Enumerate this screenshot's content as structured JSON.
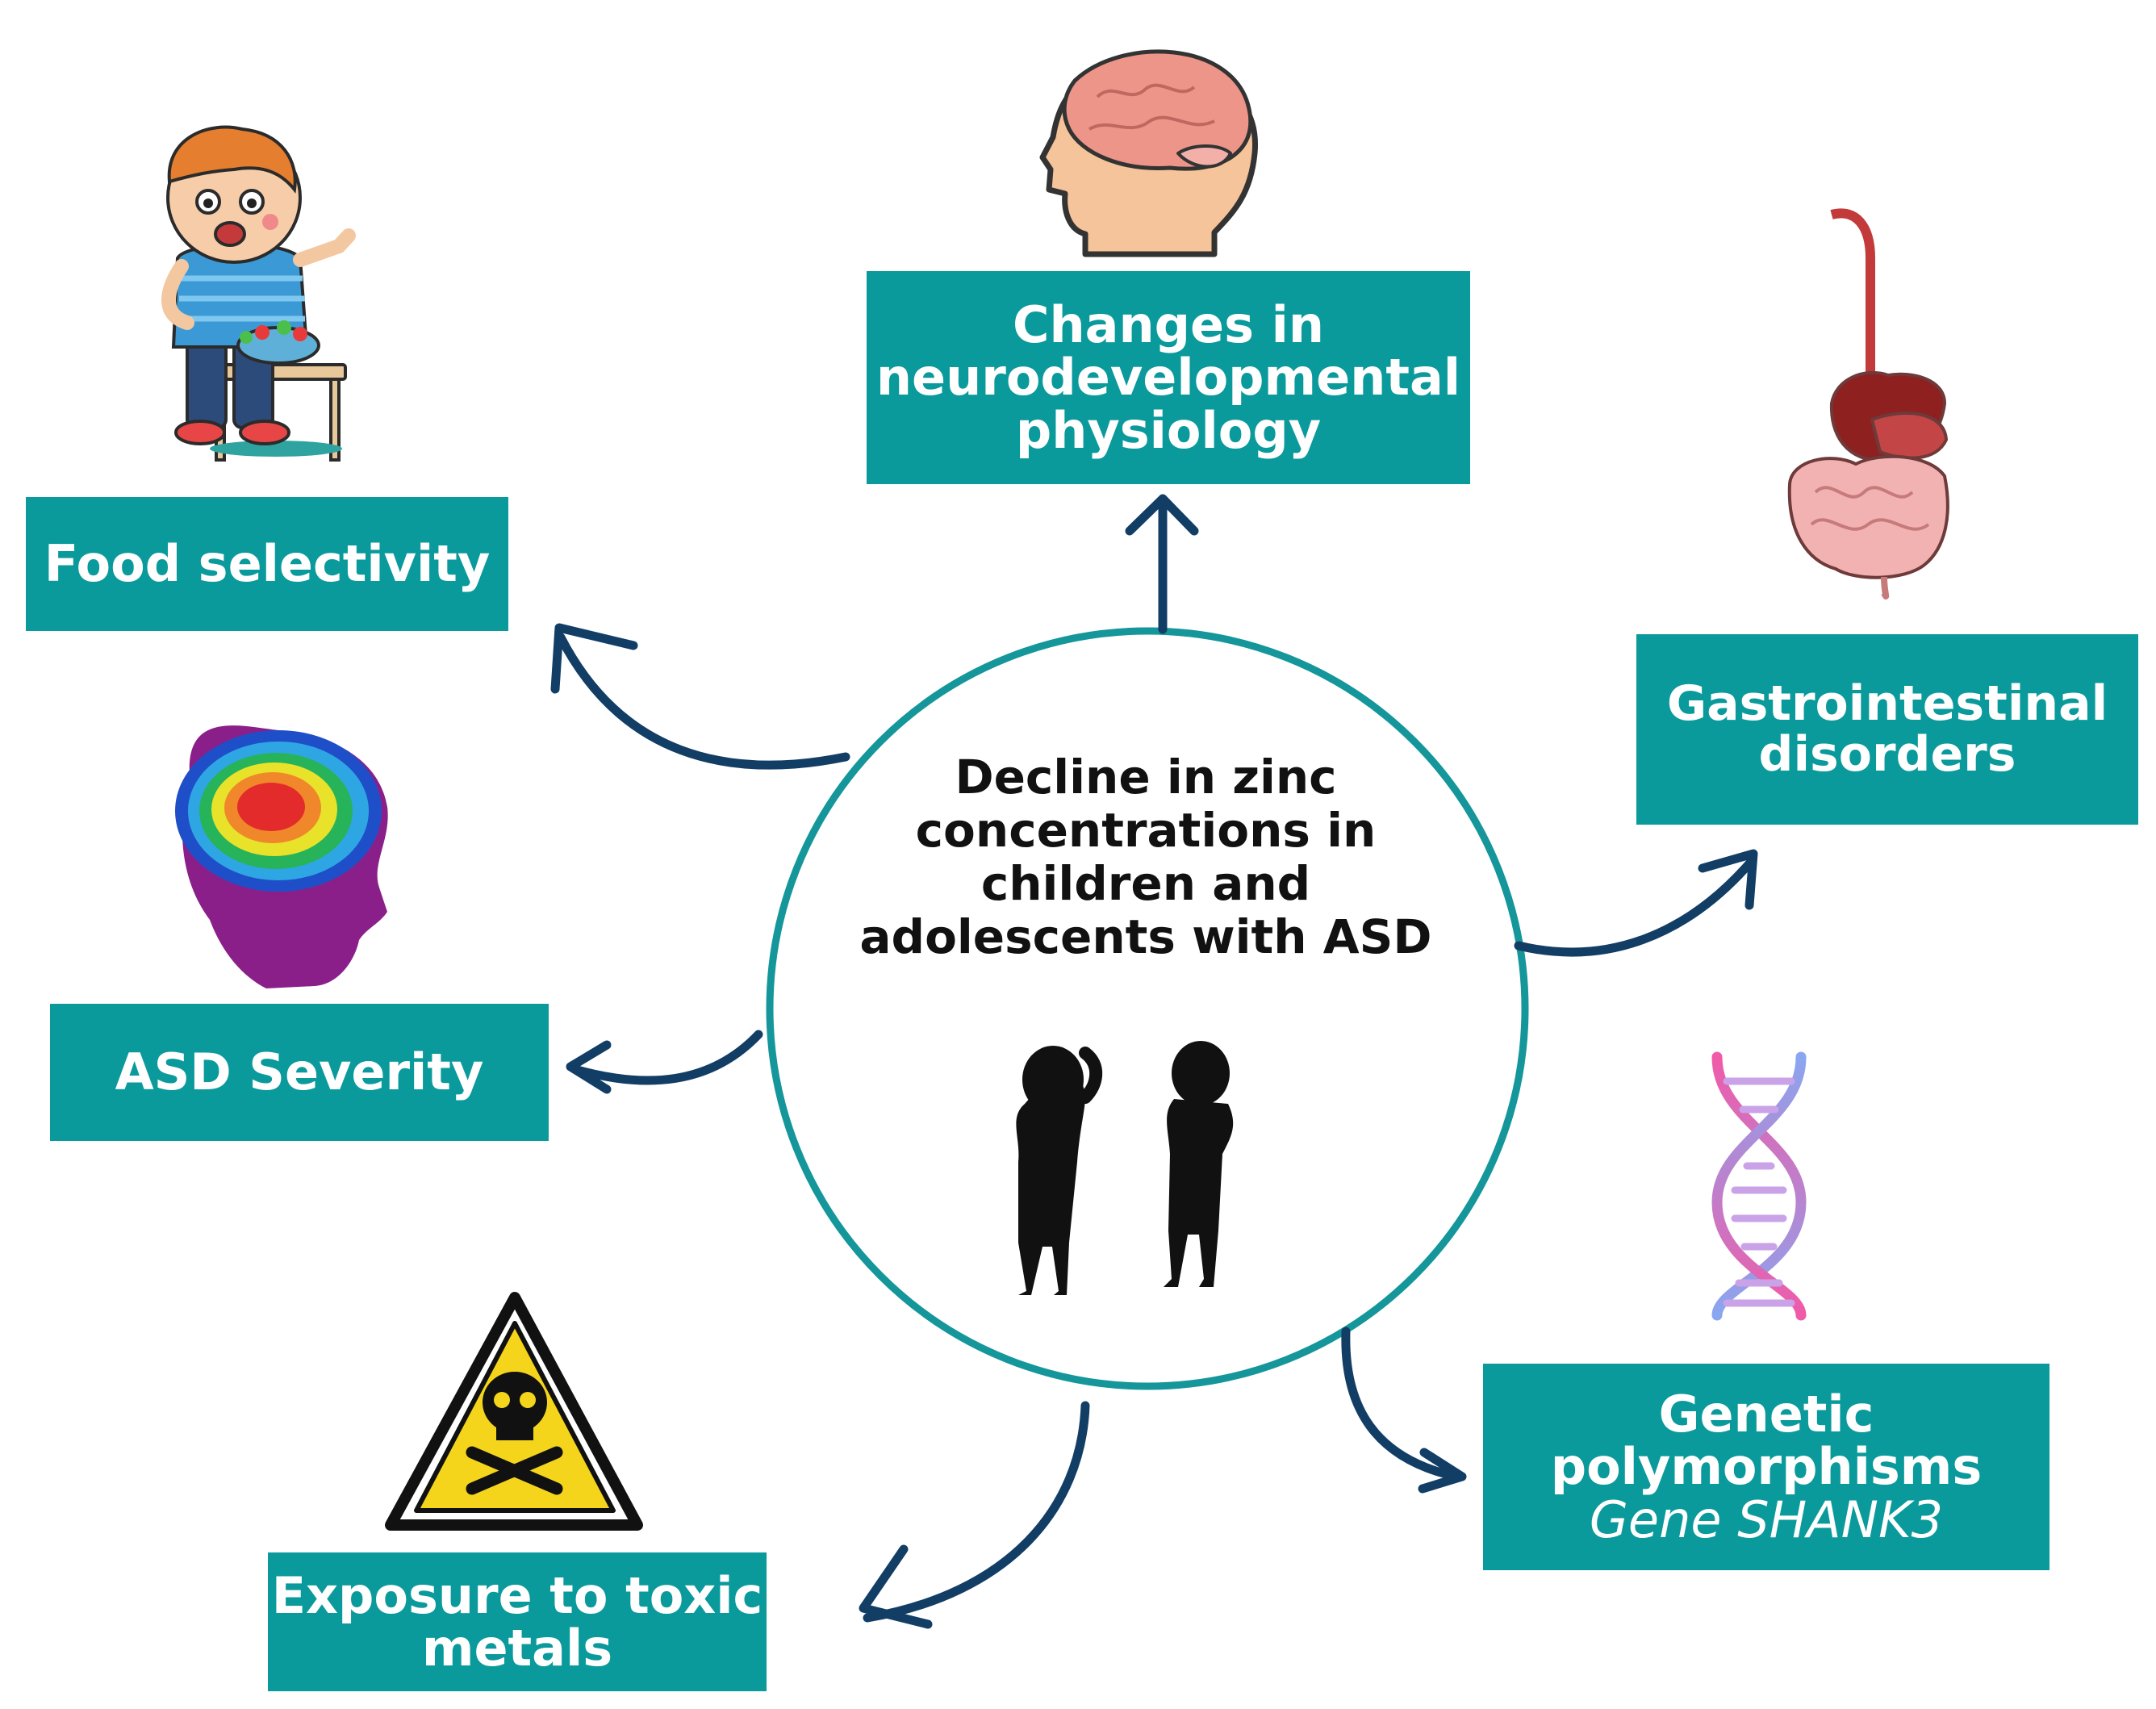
{
  "center": {
    "lines": [
      "Decline in zinc",
      "concentrations in",
      "children and",
      "adolescents with ASD"
    ]
  },
  "nodes": {
    "neuro": {
      "lines": [
        "Changes in",
        "neurodevelopmental",
        "physiology"
      ]
    },
    "food": {
      "lines": [
        "Food selectivity"
      ]
    },
    "gi": {
      "lines": [
        "Gastrointestinal",
        "disorders"
      ]
    },
    "asd": {
      "lines": [
        "ASD Severity"
      ]
    },
    "genetic": {
      "lines": [
        "Genetic",
        "polymorphisms"
      ],
      "gene": "Gene SHANK3"
    },
    "metals": {
      "lines": [
        "Exposure to toxic",
        "metals"
      ]
    }
  },
  "icons": [
    "brain-head-icon",
    "crying-child-icon",
    "digestive-system-icon",
    "brain-heatmap-icon",
    "dna-helix-icon",
    "toxic-hazard-icon",
    "two-children-silhouette-icon"
  ],
  "colors": {
    "box": "#0b9a9c",
    "box_text": "#ffffff",
    "circle": "#14969a",
    "arrow": "#123e66",
    "center_text": "#111111"
  }
}
